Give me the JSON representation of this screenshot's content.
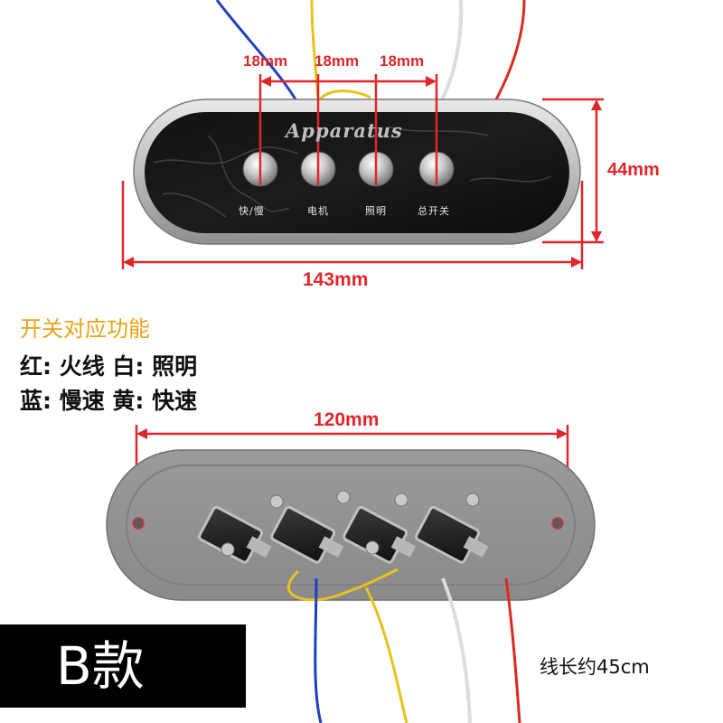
{
  "front_view": {
    "brand": "Apparatus",
    "buttons": [
      {
        "label": "快/慢"
      },
      {
        "label": "电机"
      },
      {
        "label": "照明"
      },
      {
        "label": "总开关"
      }
    ],
    "dimensions": {
      "spacing_1": "18mm",
      "spacing_2": "18mm",
      "spacing_3": "18mm",
      "height": "44mm",
      "width": "143mm"
    }
  },
  "legend": {
    "title": "开关对应功能",
    "line1": "红: 火线 白: 照明",
    "line2": "蓝: 慢速 黄: 快速"
  },
  "back_view": {
    "width_label": "120mm",
    "wire_length": "线长约45cm"
  },
  "model_badge": "B款",
  "colors": {
    "dimension_red": "#e0262a",
    "legend_title": "#e8a317",
    "wire_red": "#d92b1f",
    "wire_white": "#dcdcdc",
    "wire_yellow": "#e6c21a",
    "wire_blue": "#1f3fbf"
  }
}
